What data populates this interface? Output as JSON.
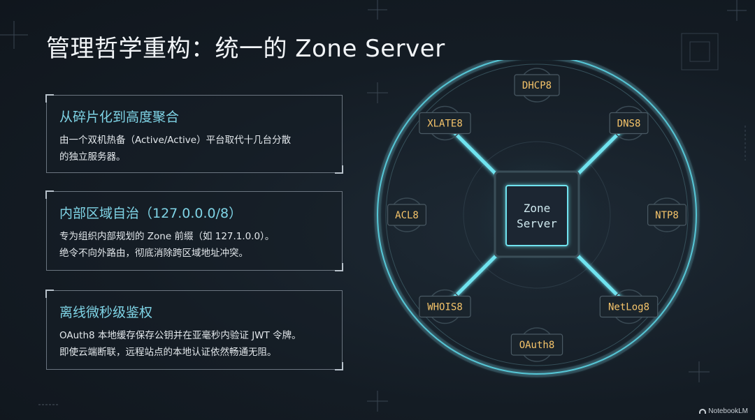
{
  "title": "管理哲学重构：统一的 Zone Server",
  "cards": [
    {
      "title": "从碎片化到高度聚合",
      "lines": [
        "由一个双机热备（Active/Active）平台取代十几台分散",
        "的独立服务器。"
      ]
    },
    {
      "title": "内部区域自治（127.0.0.0/8）",
      "lines": [
        "专为组织内部规划的 Zone 前缀（如 127.1.0.0）。",
        "绝令不向外路由，彻底消除跨区域地址冲突。"
      ]
    },
    {
      "title": "离线微秒级鉴权",
      "lines": [
        "OAuth8 本地缓存保存公钥并在亚毫秒内验证 JWT 令牌。",
        "即使云端断联，远程站点的本地认证依然畅通无阻。"
      ]
    }
  ],
  "diagram": {
    "center": [
      "Zone",
      "Server"
    ],
    "nodes": [
      "DHCP8",
      "DNS8",
      "NTP8",
      "NetLog8",
      "OAuth8",
      "WHOIS8",
      "ACL8",
      "XLATE8"
    ]
  },
  "colors": {
    "accent": "#6fe3ef",
    "node_text": "#f5c46a",
    "title_teal": "#7fd4e6"
  },
  "brand": "NotebookLM"
}
